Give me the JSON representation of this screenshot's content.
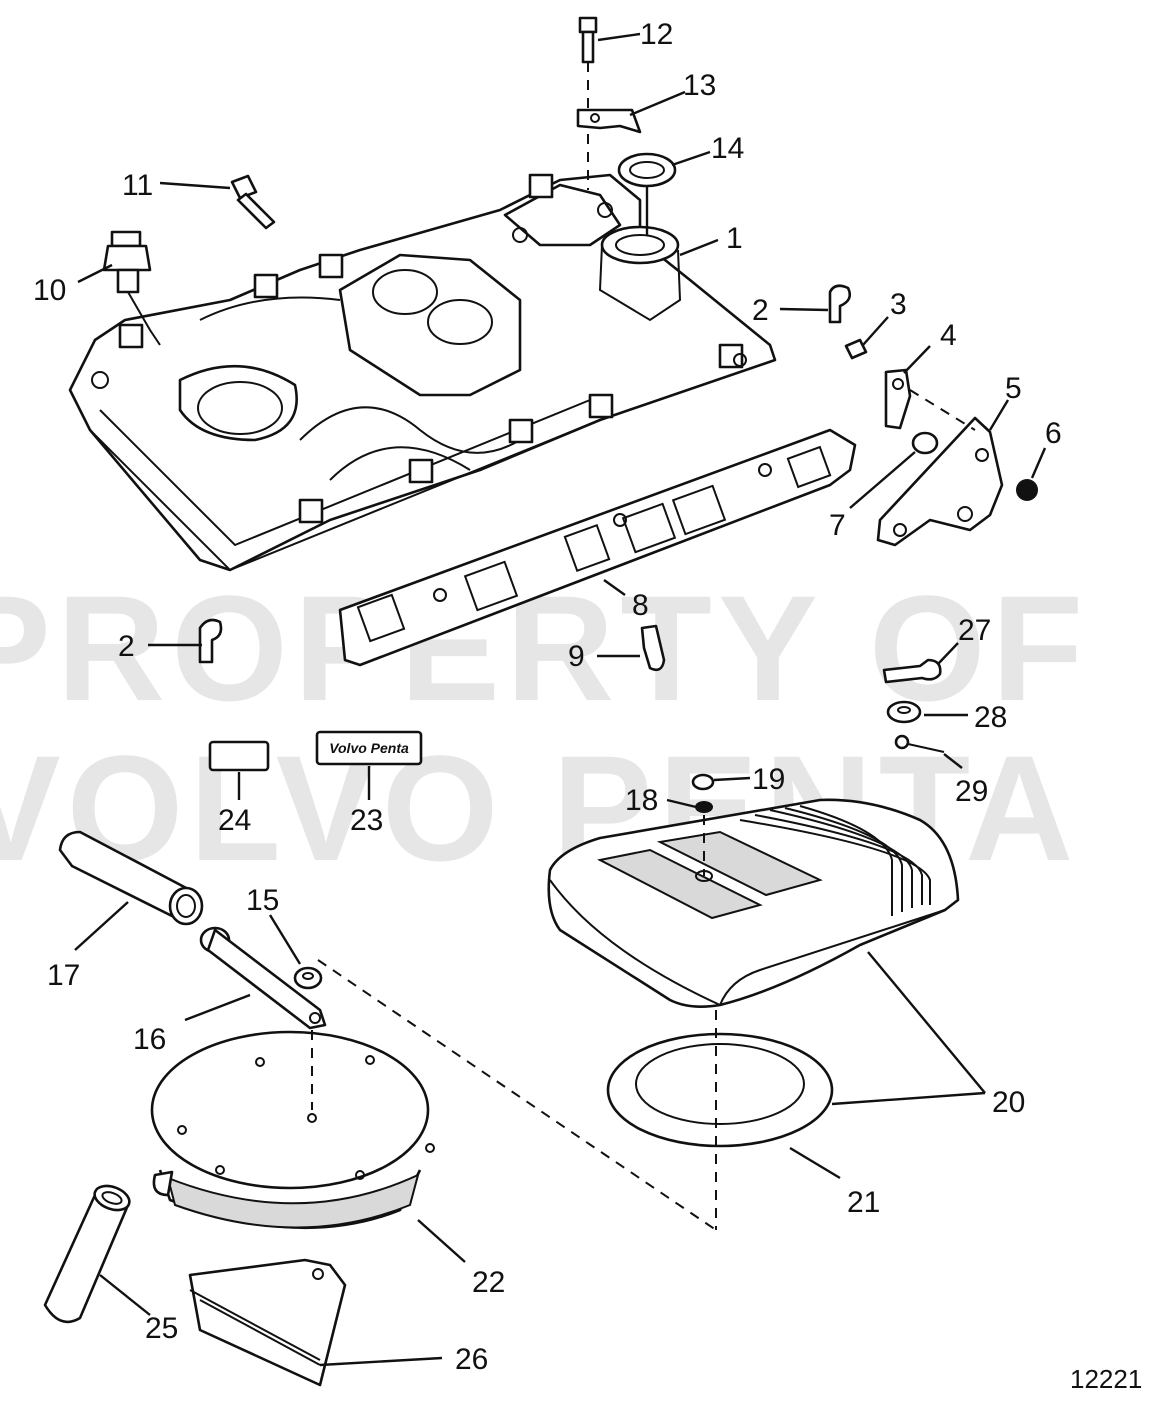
{
  "watermark": {
    "line1": "PROPERTY OF",
    "line2": "VOLVO PENTA"
  },
  "figure_number": "12221",
  "decal_text": "Volvo Penta",
  "callouts": [
    "1",
    "2",
    "3",
    "4",
    "5",
    "6",
    "7",
    "8",
    "9",
    "10",
    "11",
    "12",
    "13",
    "14",
    "15",
    "16",
    "17",
    "18",
    "19",
    "20",
    "21",
    "22",
    "23",
    "24",
    "25",
    "26",
    "27",
    "28",
    "29"
  ],
  "callout_2_second": "2",
  "callout_20_label": "20"
}
